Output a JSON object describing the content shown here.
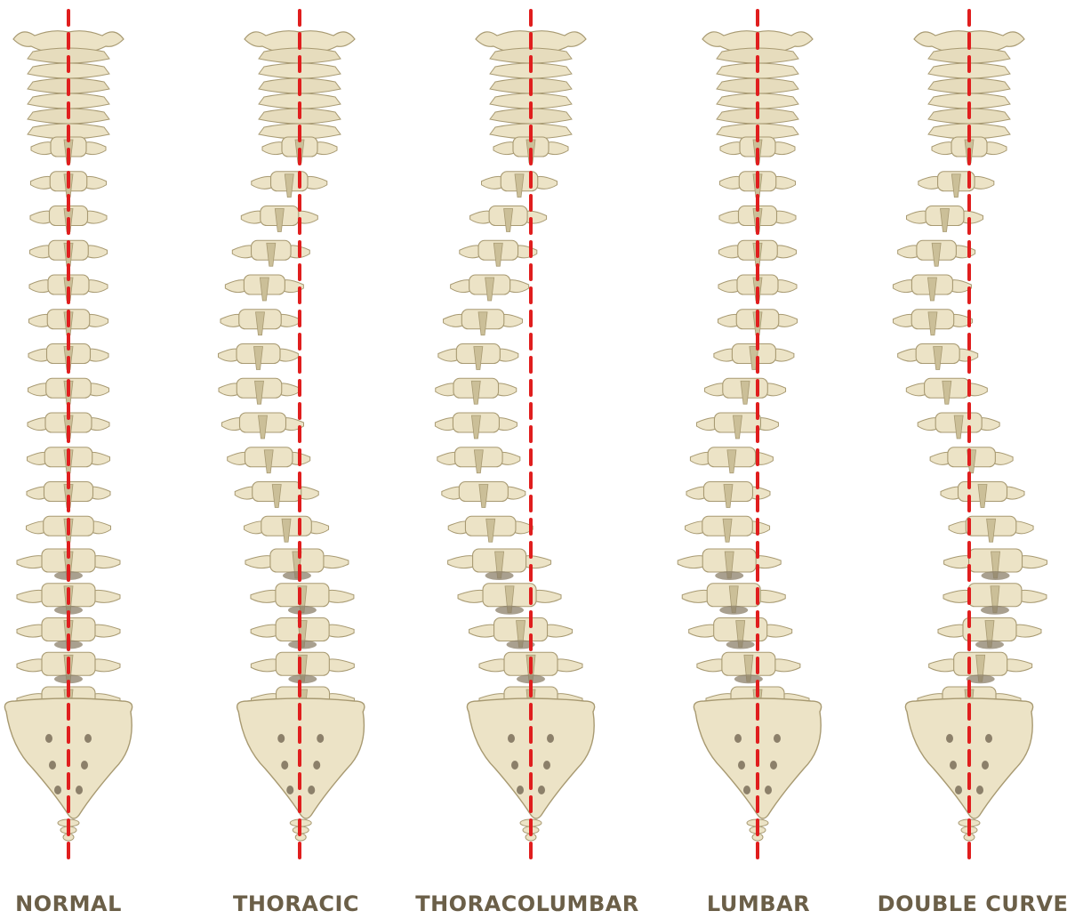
{
  "colors": {
    "bone": "#ece3c6",
    "bone_shadow": "#cbbf98",
    "bone_outline": "#a89a72",
    "bone_dark": "#8c806a",
    "midline": "#e01e1e",
    "label": "#6b5f48"
  },
  "spines": [
    {
      "id": "normal",
      "label": "NORMAL"
    },
    {
      "id": "thoracic",
      "label": "THORACIC"
    },
    {
      "id": "thoracolumbar",
      "label": "THORACOLUMBAR"
    },
    {
      "id": "lumbar",
      "label": "LUMBAR"
    },
    {
      "id": "double-curve",
      "label": "DOUBLE  CURVE"
    }
  ]
}
